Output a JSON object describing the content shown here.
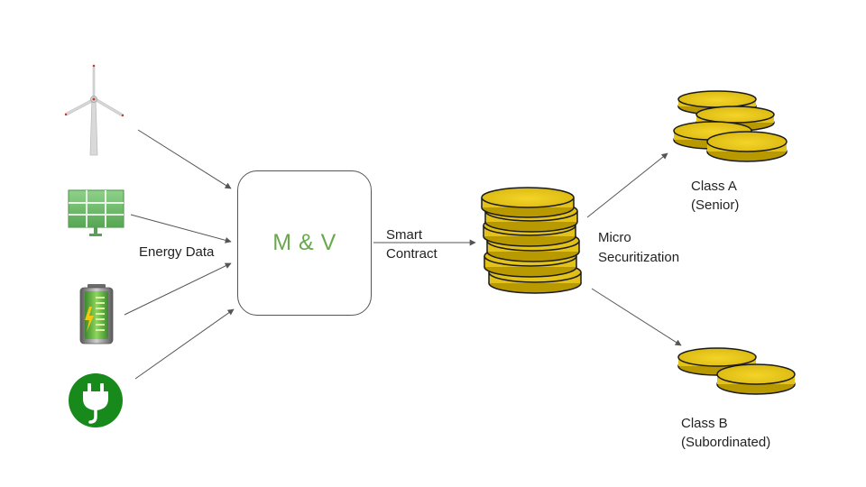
{
  "diagram": {
    "sources": [
      {
        "icon": "wind-turbine-icon"
      },
      {
        "icon": "solar-panel-icon"
      },
      {
        "icon": "battery-icon"
      },
      {
        "icon": "power-plug-icon"
      }
    ],
    "edge_label_energy": "Energy Data",
    "mv_box_label": "M & V",
    "edge_label_contract": [
      "Smart",
      "Contract"
    ],
    "coin_stack_icon": "coin-stack-icon",
    "edge_label_securitization": [
      "Micro",
      "Securitization"
    ],
    "class_a": {
      "line1": "Class A",
      "line2": "(Senior)",
      "icon": "coins-icon"
    },
    "class_b": {
      "line1": "Class B",
      "line2": "(Subordinated)",
      "icon": "coins-icon"
    },
    "colors": {
      "coin_fill": "#f2cf1f",
      "coin_edge": "#1a1a1a",
      "green": "#6aa84f",
      "plug_green": "#188a1c",
      "arrow": "#555555"
    }
  }
}
